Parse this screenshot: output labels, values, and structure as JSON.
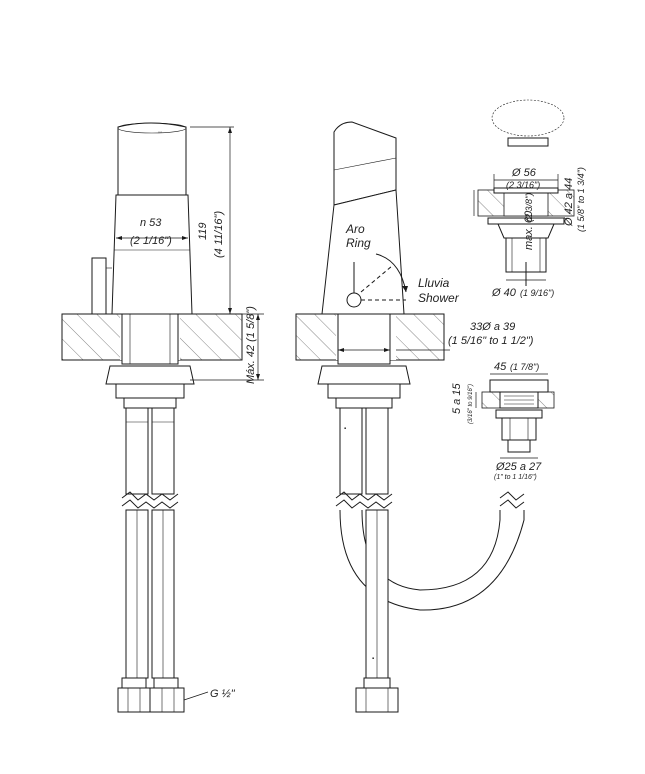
{
  "labels": {
    "diam_body": "n 53",
    "diam_body_in": "(2 1/16\")",
    "height": "119",
    "height_in": "(4 11/16\")",
    "max_deck": "Máx. 42 (1 5/8\")",
    "ring_es": "Aro",
    "ring_en": "Ring",
    "shower_es": "Lluvia",
    "shower_en": "Shower",
    "hole_range": "33Ø a 39",
    "hole_range_in": "(1 5/16\" to 1 1/2\")",
    "thread": "G ½\"",
    "drain_d56": "Ø 56",
    "drain_d56_in": "(2 3/16\")",
    "drain_d42_44": "Ø 42 a 44",
    "drain_d42_44_in": "(1 5/8\" to 1 3/4\")",
    "drain_max60": "max. 60",
    "drain_max60_in": "(2 3/8\")",
    "drain_d40": "Ø 40",
    "drain_d40_in": "(1 9/16\")",
    "small_45": "45",
    "small_45_in": "(1 7/8\")",
    "small_5_15": "5 a 15",
    "small_5_15_in": "(3/16\" to 9/16\")",
    "small_d25_27": "Ø25 a 27",
    "small_d25_27_in": "(1\" to 1 1/16\")"
  }
}
